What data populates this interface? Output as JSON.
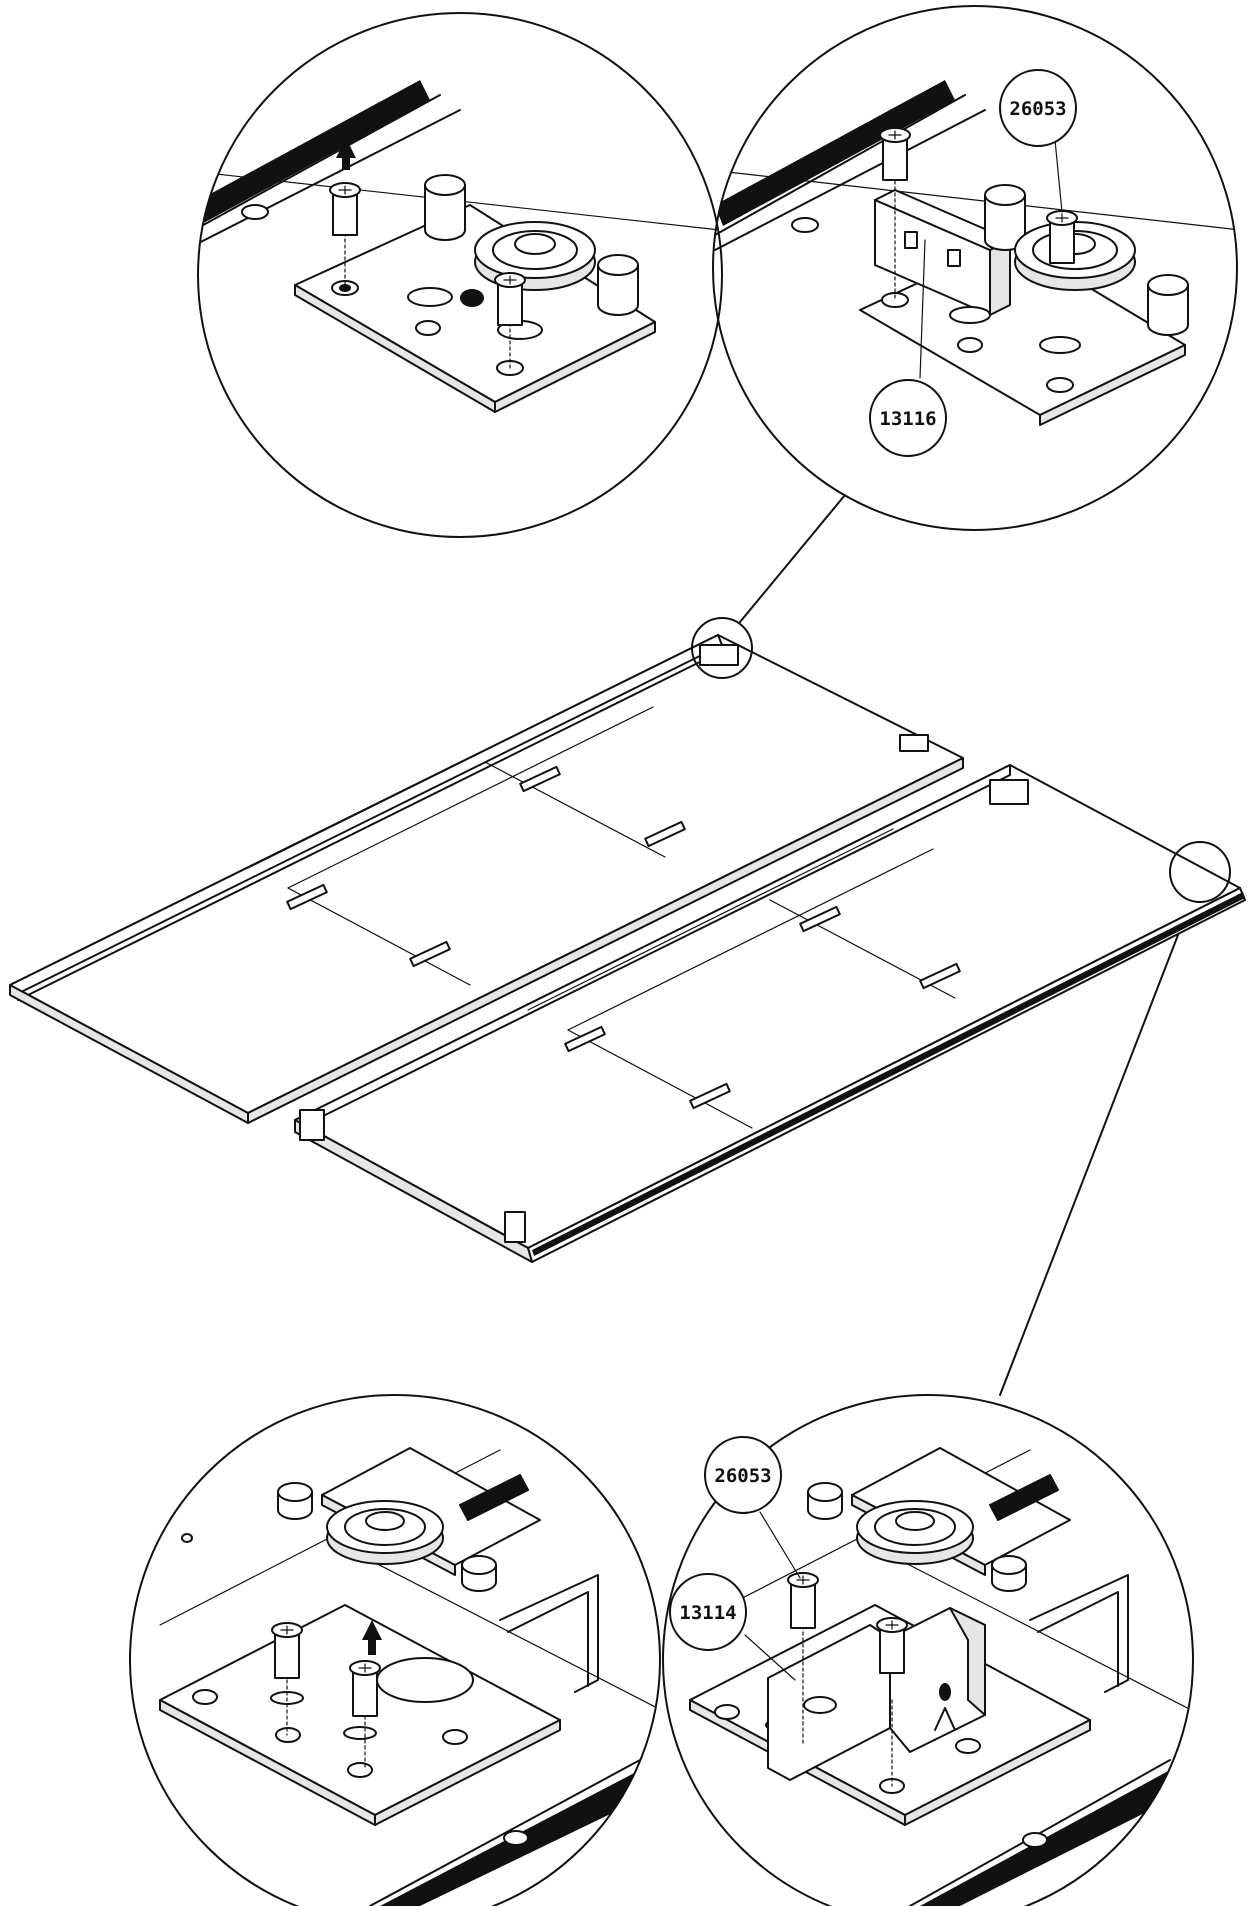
{
  "part_labels": {
    "top_right_screw": "26053",
    "top_right_bracket": "13116",
    "bottom_right_screw": "26053",
    "bottom_right_bracket": "13114"
  }
}
